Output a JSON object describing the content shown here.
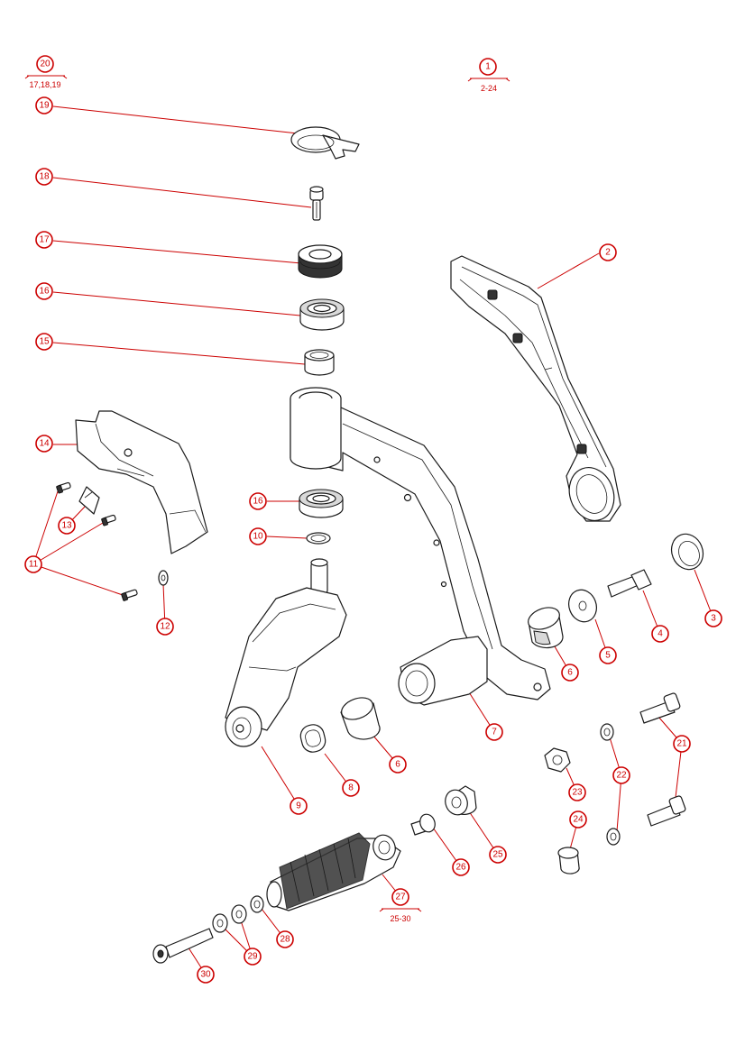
{
  "callouts": [
    {
      "id": "c20",
      "text": "20"
    },
    {
      "id": "c1",
      "text": "1"
    },
    {
      "id": "c19",
      "text": "19"
    },
    {
      "id": "c18",
      "text": "18"
    },
    {
      "id": "c17",
      "text": "17"
    },
    {
      "id": "c16a",
      "text": "16"
    },
    {
      "id": "c15",
      "text": "15"
    },
    {
      "id": "c2",
      "text": "2"
    },
    {
      "id": "c14",
      "text": "14"
    },
    {
      "id": "c13",
      "text": "13"
    },
    {
      "id": "c11",
      "text": "11"
    },
    {
      "id": "c12",
      "text": "12"
    },
    {
      "id": "c16b",
      "text": "16"
    },
    {
      "id": "c10",
      "text": "10"
    },
    {
      "id": "c3",
      "text": "3"
    },
    {
      "id": "c4",
      "text": "4"
    },
    {
      "id": "c5",
      "text": "5"
    },
    {
      "id": "c6a",
      "text": "6"
    },
    {
      "id": "c7",
      "text": "7"
    },
    {
      "id": "c6b",
      "text": "6"
    },
    {
      "id": "c8",
      "text": "8"
    },
    {
      "id": "c9",
      "text": "9"
    },
    {
      "id": "c21",
      "text": "21"
    },
    {
      "id": "c22",
      "text": "22"
    },
    {
      "id": "c23",
      "text": "23"
    },
    {
      "id": "c24",
      "text": "24"
    },
    {
      "id": "c25",
      "text": "25"
    },
    {
      "id": "c26",
      "text": "26"
    },
    {
      "id": "c27",
      "text": "27"
    },
    {
      "id": "c28",
      "text": "28"
    },
    {
      "id": "c29",
      "text": "29"
    },
    {
      "id": "c30",
      "text": "30"
    }
  ],
  "sub_labels": {
    "c20": "17,18,19",
    "c1": "2-24",
    "c27": "25-30"
  },
  "colors": {
    "callout": "#cc0000",
    "line_art": "#1a1a1a"
  }
}
